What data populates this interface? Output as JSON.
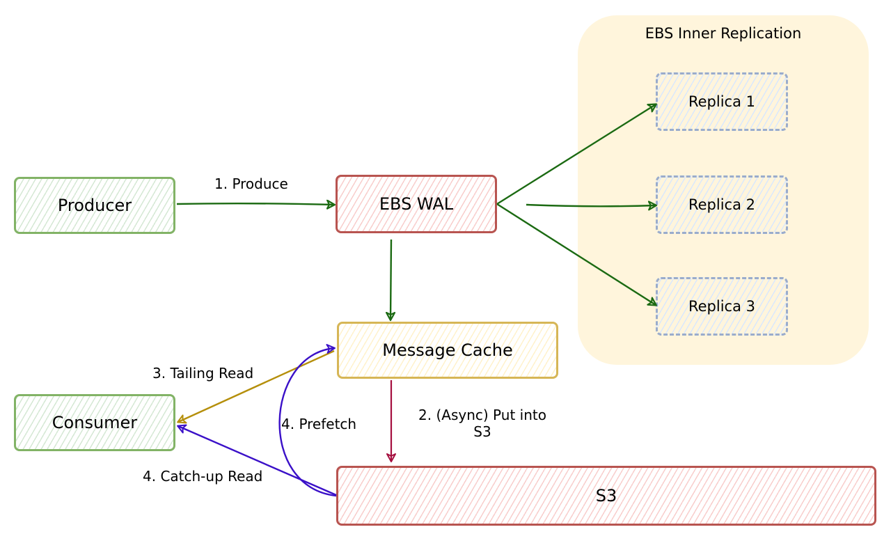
{
  "group": {
    "title": "EBS Inner Replication",
    "fill_color": "#fff5dc"
  },
  "nodes": {
    "producer": "Producer",
    "ebs_wal": "EBS WAL",
    "message_cache": "Message Cache",
    "consumer": "Consumer",
    "s3": "S3",
    "replica_1": "Replica 1",
    "replica_2": "Replica 2",
    "replica_3": "Replica 3"
  },
  "edges": {
    "produce": "1. Produce",
    "async_put_line1": "2. (Async) Put into",
    "async_put_line2": "S3",
    "tailing_read": "3. Tailing Read",
    "prefetch": "4. Prefetch",
    "catch_up_read": "4. Catch-up Read"
  },
  "colors": {
    "green_stroke": "#82b366",
    "red_stroke": "#b85450",
    "yellow_stroke": "#d6b656",
    "blue_dashed": "#9aaccc",
    "arrow_green": "#1b6a12",
    "arrow_crimson": "#a50f3f",
    "arrow_gold": "#b58f0b",
    "arrow_purple": "#3a10c8"
  }
}
